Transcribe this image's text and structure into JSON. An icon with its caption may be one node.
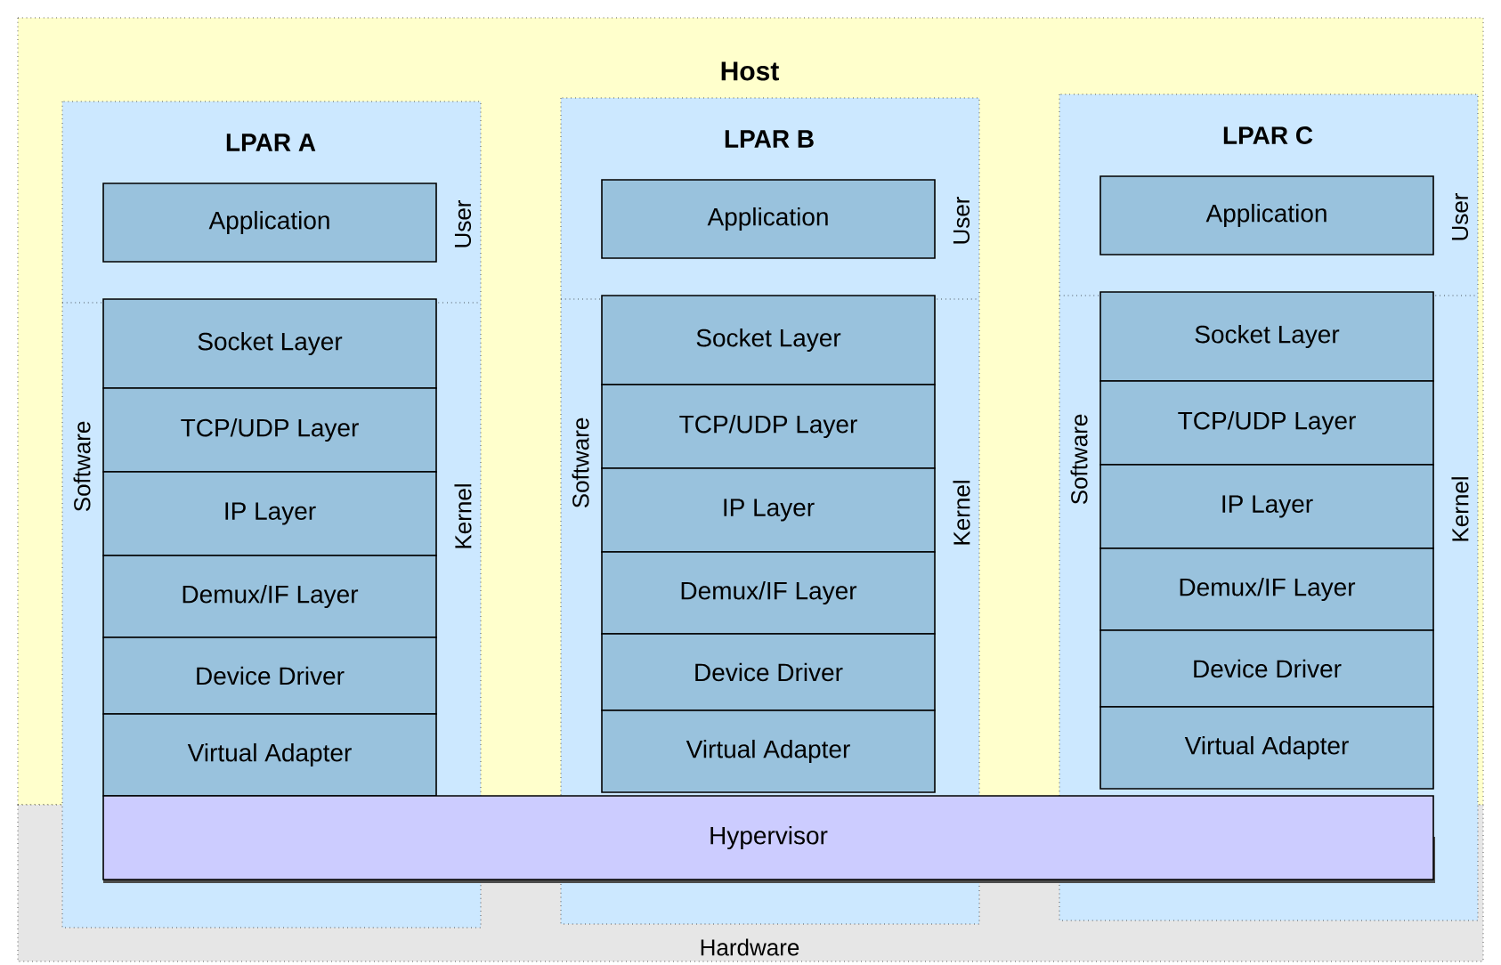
{
  "diagram": {
    "nodes": [
      {
        "text": [
          "Host"
        ]
      },
      {
        "text": [
          "Hardware"
        ]
      },
      {
        "text": [
          "LPAR A",
          "User",
          "Software",
          "Kernel"
        ]
      },
      {
        "text": [
          "Application"
        ],
        "in": 2
      },
      {
        "text": [
          "Socket Layer"
        ],
        "in": 2
      },
      {
        "text": [
          "TCP/UDP Layer"
        ],
        "in": 2
      },
      {
        "text": [
          "IP Layer"
        ],
        "in": 2
      },
      {
        "text": [
          "Demux/IF Layer"
        ],
        "in": 2
      },
      {
        "text": [
          "Device Driver"
        ],
        "in": 2
      },
      {
        "text": [
          "Virtual Adapter"
        ],
        "in": 2
      },
      {
        "text": [
          "LPAR B",
          "User",
          "Software",
          "Kernel"
        ]
      },
      {
        "text": [
          "Application"
        ],
        "in": 10
      },
      {
        "text": [
          "Socket Layer"
        ],
        "in": 10
      },
      {
        "text": [
          "TCP/UDP Layer"
        ],
        "in": 10
      },
      {
        "text": [
          "IP Layer"
        ],
        "in": 10
      },
      {
        "text": [
          "Demux/IF Layer"
        ],
        "in": 10
      },
      {
        "text": [
          "Device Driver"
        ],
        "in": 10
      },
      {
        "text": [
          "Virtual Adapter"
        ],
        "in": 10
      },
      {
        "text": [
          "LPAR C",
          "User",
          "Software",
          "Kernel"
        ]
      },
      {
        "text": [
          "Application"
        ],
        "in": 18
      },
      {
        "text": [
          "Socket Layer"
        ],
        "in": 18
      },
      {
        "text": [
          "TCP/UDP Layer"
        ],
        "in": 18
      },
      {
        "text": [
          "IP Layer"
        ],
        "in": 18
      },
      {
        "text": [
          "Demux/IF Layer"
        ],
        "in": 18
      },
      {
        "text": [
          "Device Driver"
        ],
        "in": 18
      },
      {
        "text": [
          "Virtual Adapter"
        ],
        "in": 18
      },
      {
        "text": [
          "Hypervisor"
        ]
      }
    ],
    "edges": []
  }
}
